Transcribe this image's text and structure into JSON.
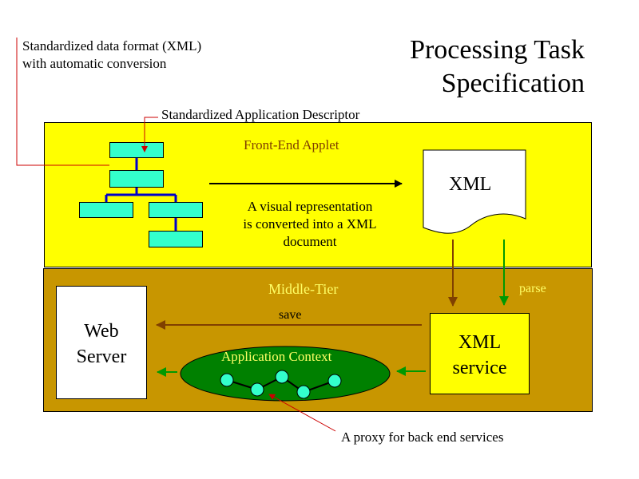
{
  "title_line1": "Processing Task",
  "title_line2": "Specification",
  "note_xml_line1": "Standardized data format (XML)",
  "note_xml_line2": "with automatic conversion",
  "note_descriptor": "Standardized Application Descriptor",
  "front_end_label": "Front-End Applet",
  "xml_doc_label": "XML",
  "visual_rep_line1": "A visual representation",
  "visual_rep_line2": "is converted into a XML",
  "visual_rep_line3": "document",
  "middle_tier_label": "Middle-Tier",
  "parse_label": "parse",
  "save_label": "save",
  "web_server_line1": "Web",
  "web_server_line2": "Server",
  "xml_service_line1": "XML",
  "xml_service_line2": "service",
  "app_context_label": "Application Context",
  "proxy_note": "A proxy for back end services",
  "colors": {
    "front_end_panel": "#ffff00",
    "middle_tier_panel": "#c89600",
    "tree_node": "#33ffcc",
    "tree_connector": "#0000cc",
    "callout_line": "#cc0000",
    "context_ellipse": "#008000",
    "parse_arrow": "#009900",
    "save_arrow": "#804000",
    "front_end_text": "#804000",
    "middle_tier_text": "#ffff66"
  }
}
